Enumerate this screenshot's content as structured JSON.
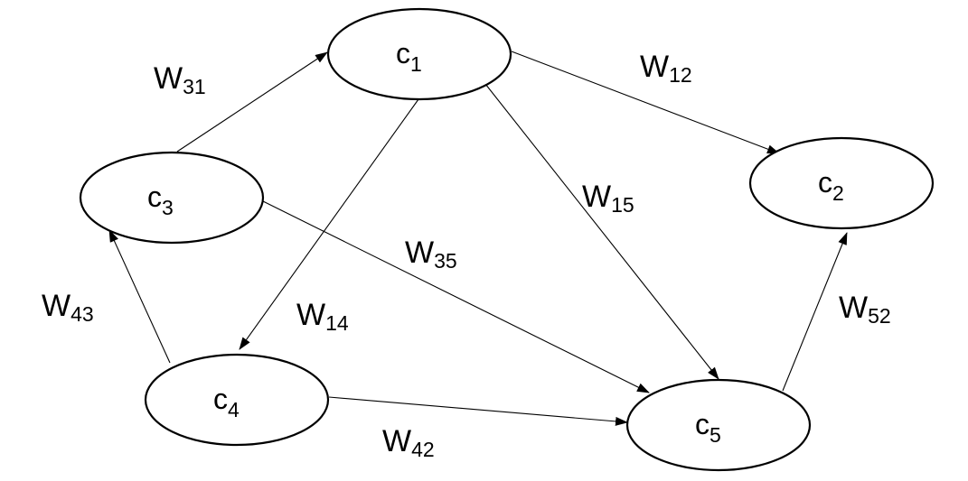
{
  "colors": {
    "stroke": "#000000",
    "background": "#ffffff"
  },
  "nodes": [
    {
      "id": "c1",
      "letter": "c",
      "sub": "1"
    },
    {
      "id": "c2",
      "letter": "c",
      "sub": "2"
    },
    {
      "id": "c3",
      "letter": "c",
      "sub": "3"
    },
    {
      "id": "c4",
      "letter": "c",
      "sub": "4"
    },
    {
      "id": "c5",
      "letter": "c",
      "sub": "5"
    }
  ],
  "edges": [
    {
      "from": "c3",
      "to": "c1",
      "letter": "W",
      "sub": "31"
    },
    {
      "from": "c1",
      "to": "c2",
      "letter": "W",
      "sub": "12"
    },
    {
      "from": "c1",
      "to": "c5",
      "letter": "W",
      "sub": "15"
    },
    {
      "from": "c1",
      "to": "c4",
      "letter": "W",
      "sub": "14"
    },
    {
      "from": "c3",
      "to": "c5",
      "letter": "W",
      "sub": "35"
    },
    {
      "from": "c4",
      "to": "c3",
      "letter": "W",
      "sub": "43"
    },
    {
      "from": "c4",
      "to": "c5",
      "letter": "W",
      "sub": "42"
    },
    {
      "from": "c5",
      "to": "c2",
      "letter": "W",
      "sub": "52"
    }
  ]
}
